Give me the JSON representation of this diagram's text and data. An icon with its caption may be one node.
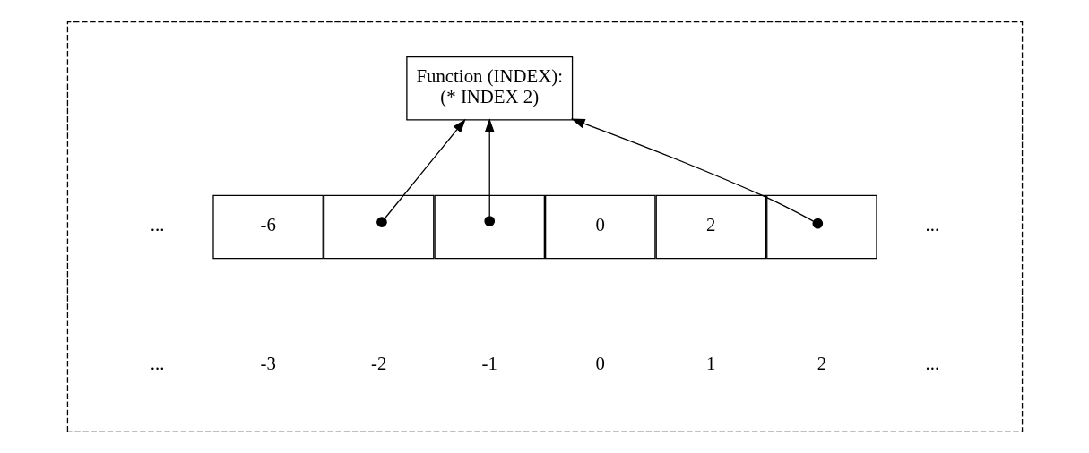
{
  "diagram": {
    "nodes": [
      {
        "text": [],
        "shape": "box"
      },
      {
        "text": [
          "Function (INDEX):",
          "(* INDEX 2)"
        ],
        "in": 0
      },
      {
        "text": [
          "-6"
        ],
        "in": 0
      },
      {
        "text": [],
        "shape": "box",
        "in": 0
      },
      {
        "text": [],
        "shape": "box",
        "in": 0
      },
      {
        "text": [
          "0"
        ],
        "in": 0
      },
      {
        "text": [
          "2"
        ],
        "in": 0
      },
      {
        "text": [],
        "shape": "box",
        "in": 0
      }
    ],
    "edges": [
      {
        "from": 3,
        "to": 1,
        "arrow": "to"
      },
      {
        "from": 4,
        "to": 1,
        "arrow": "to"
      },
      {
        "from": 7,
        "to": 1,
        "arrow": "to"
      }
    ],
    "labels": [
      "...",
      "...",
      "...",
      "-3",
      "-2",
      "-1",
      "0",
      "1",
      "2",
      "..."
    ]
  }
}
